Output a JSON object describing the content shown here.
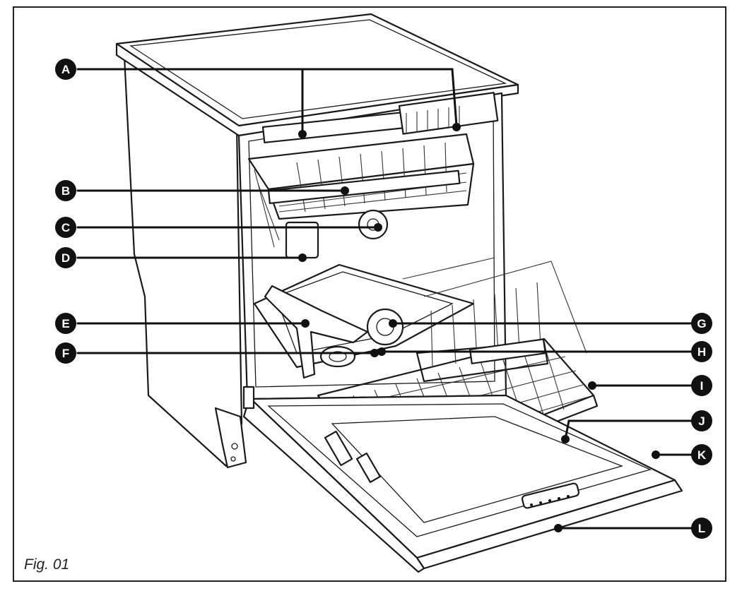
{
  "figure": {
    "caption": "Fig. 01"
  },
  "callouts": [
    {
      "id": "A",
      "label": "A"
    },
    {
      "id": "B",
      "label": "B"
    },
    {
      "id": "C",
      "label": "C"
    },
    {
      "id": "D",
      "label": "D"
    },
    {
      "id": "E",
      "label": "E"
    },
    {
      "id": "F",
      "label": "F"
    },
    {
      "id": "G",
      "label": "G"
    },
    {
      "id": "H",
      "label": "H"
    },
    {
      "id": "I",
      "label": "I"
    },
    {
      "id": "J",
      "label": "J"
    },
    {
      "id": "K",
      "label": "K"
    },
    {
      "id": "L",
      "label": "L"
    }
  ],
  "colors": {
    "line": "#111111",
    "badge": "#111111",
    "badge_text": "#ffffff",
    "background": "#ffffff"
  }
}
